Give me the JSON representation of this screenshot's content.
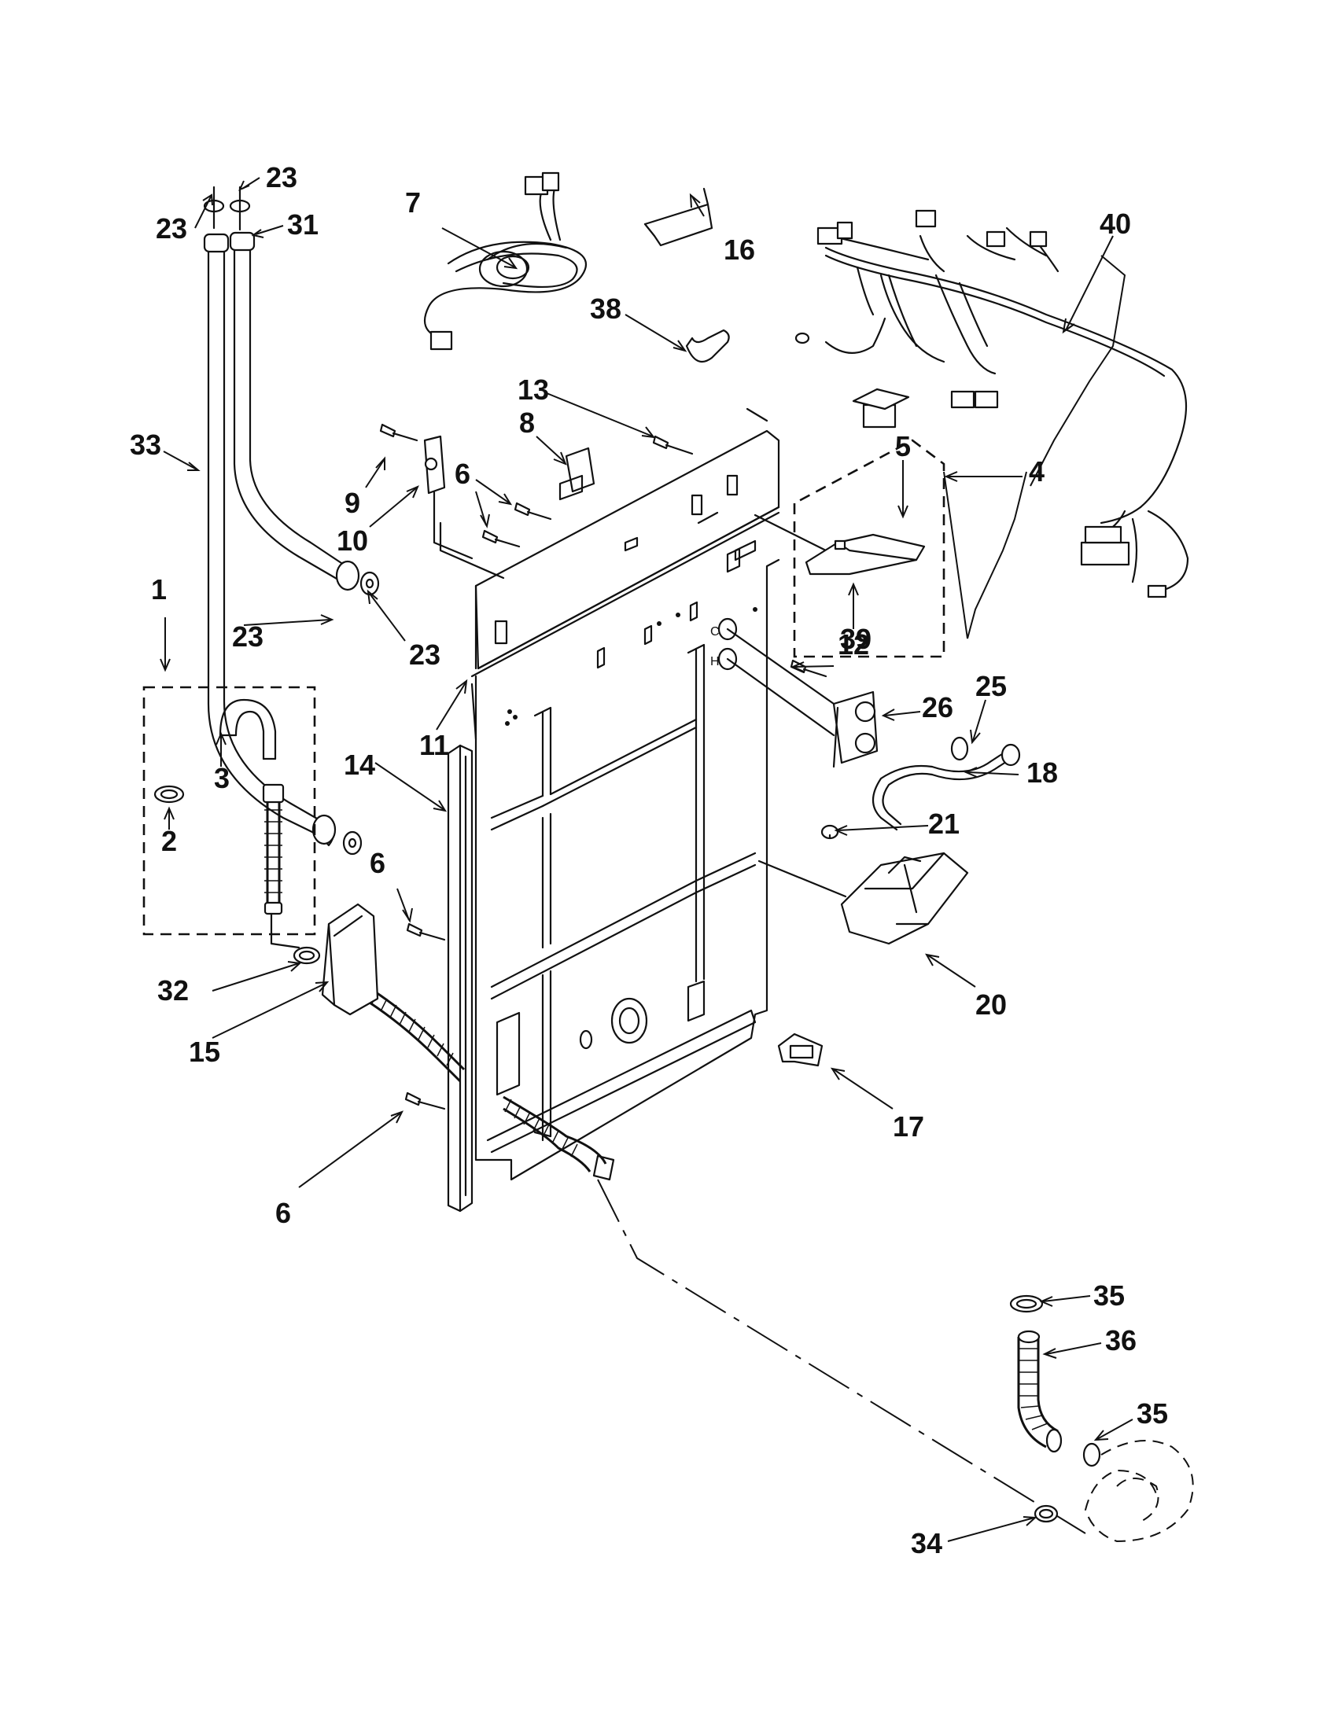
{
  "callouts": [
    {
      "id": "c1",
      "text": "1"
    },
    {
      "id": "c2",
      "text": "2"
    },
    {
      "id": "c3",
      "text": "3"
    },
    {
      "id": "c4",
      "text": "4"
    },
    {
      "id": "c5",
      "text": "5"
    },
    {
      "id": "c6a",
      "text": "6"
    },
    {
      "id": "c6b",
      "text": "6"
    },
    {
      "id": "c6c",
      "text": "6"
    },
    {
      "id": "c7",
      "text": "7"
    },
    {
      "id": "c8",
      "text": "8"
    },
    {
      "id": "c9",
      "text": "9"
    },
    {
      "id": "c10",
      "text": "10"
    },
    {
      "id": "c11",
      "text": "11"
    },
    {
      "id": "c12",
      "text": "12"
    },
    {
      "id": "c13",
      "text": "13"
    },
    {
      "id": "c14",
      "text": "14"
    },
    {
      "id": "c15",
      "text": "15"
    },
    {
      "id": "c16",
      "text": "16"
    },
    {
      "id": "c17",
      "text": "17"
    },
    {
      "id": "c18",
      "text": "18"
    },
    {
      "id": "c20",
      "text": "20"
    },
    {
      "id": "c21",
      "text": "21"
    },
    {
      "id": "c23a",
      "text": "23"
    },
    {
      "id": "c23b",
      "text": "23"
    },
    {
      "id": "c23c",
      "text": "23"
    },
    {
      "id": "c23d",
      "text": "23"
    },
    {
      "id": "c25",
      "text": "25"
    },
    {
      "id": "c26",
      "text": "26"
    },
    {
      "id": "c31",
      "text": "31"
    },
    {
      "id": "c32",
      "text": "32"
    },
    {
      "id": "c33",
      "text": "33"
    },
    {
      "id": "c34",
      "text": "34"
    },
    {
      "id": "c35a",
      "text": "35"
    },
    {
      "id": "c35b",
      "text": "35"
    },
    {
      "id": "c36",
      "text": "36"
    },
    {
      "id": "c38",
      "text": "38"
    },
    {
      "id": "c39",
      "text": "39"
    },
    {
      "id": "c40",
      "text": "40"
    }
  ],
  "valve_marks": {
    "cold": "C",
    "hot": "H"
  }
}
